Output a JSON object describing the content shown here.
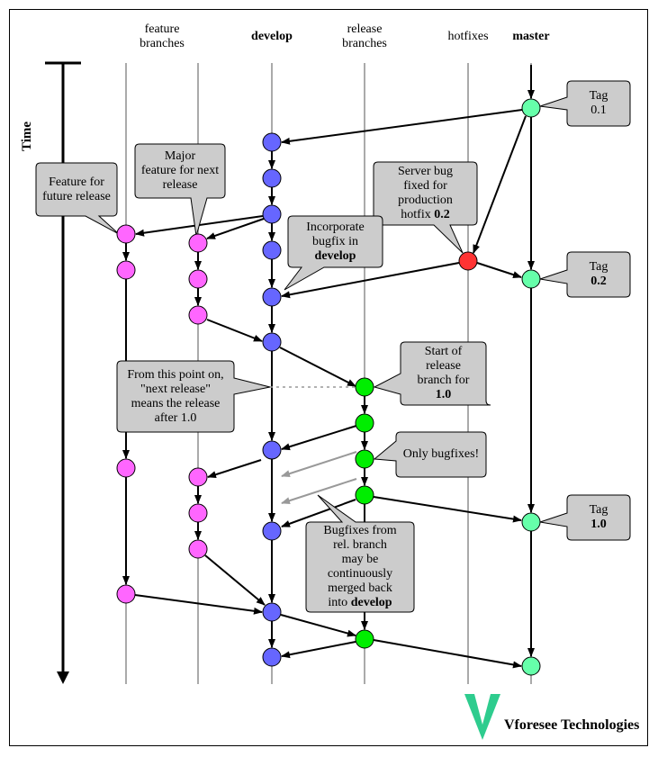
{
  "headers": {
    "feature": "feature\nbranches",
    "develop": "develop",
    "release": "release\nbranches",
    "hotfixes": "hotfixes",
    "master": "master"
  },
  "time_label": "Time",
  "callouts": {
    "tag01": [
      "Tag",
      "0.1"
    ],
    "feature_future": [
      "Feature for",
      "future release"
    ],
    "major_feature": [
      "Major",
      "feature for next",
      "release"
    ],
    "server_bug": [
      "Server bug",
      "fixed for",
      "production",
      "hotfix "
    ],
    "server_bug_bold": "0.2",
    "incorporate": [
      "Incorporate",
      "bugfix in"
    ],
    "incorporate_bold": "develop",
    "tag02": "Tag",
    "tag02_bold": "0.2",
    "start_release": [
      "Start of",
      "release",
      "branch for"
    ],
    "start_release_bold": "1.0",
    "next_release": [
      "From this point on,",
      "\"next release\"",
      "means the release",
      "after 1.0"
    ],
    "only_bugfixes": "Only bugfixes!",
    "tag10": "Tag",
    "tag10_bold": "1.0",
    "bugfixes_merged": [
      "Bugfixes from",
      "rel. branch",
      "may be",
      "continuously",
      "merged back",
      "into "
    ],
    "bugfixes_merged_bold": "develop"
  },
  "brand": "Vforesee Technologies",
  "colors": {
    "feature": "#ff66ff",
    "develop": "#6666ff",
    "release": "#00ee00",
    "hotfix": "#ff3333",
    "master": "#66ffaa",
    "callout_fill": "#cccccc",
    "lane": "#aaaaaa",
    "logo": "#2ecc8e"
  }
}
